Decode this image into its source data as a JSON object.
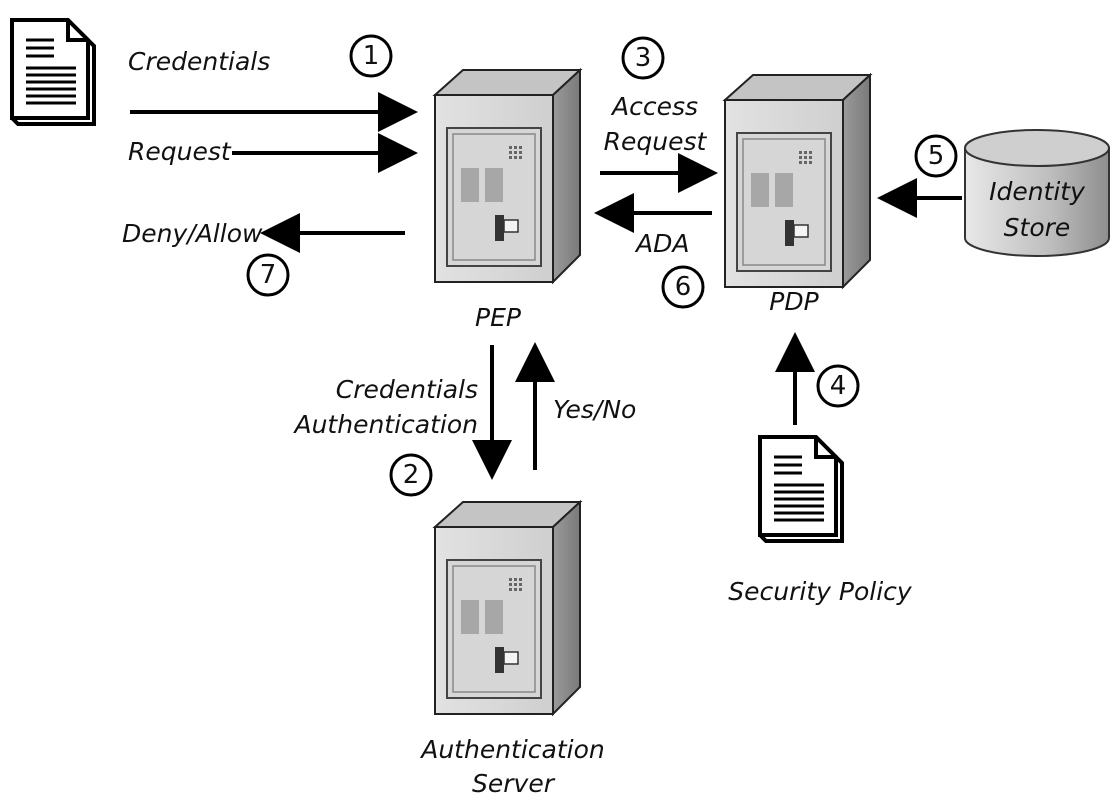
{
  "diagram": {
    "labels": {
      "credentials": "Credentials",
      "request": "Request",
      "deny_allow": "Deny/Allow",
      "access": "Access",
      "access_request": "Request",
      "ada": "ADA",
      "pep": "PEP",
      "pdp": "PDP",
      "identity": "Identity",
      "store": "Store",
      "cred_auth_1": "Credentials",
      "cred_auth_2": "Authentication",
      "yes_no": "Yes/No",
      "security_policy": "Security Policy",
      "auth_server_1": "Authentication",
      "auth_server_2": "Server"
    },
    "steps": [
      "1",
      "2",
      "3",
      "4",
      "5",
      "6",
      "7"
    ]
  }
}
